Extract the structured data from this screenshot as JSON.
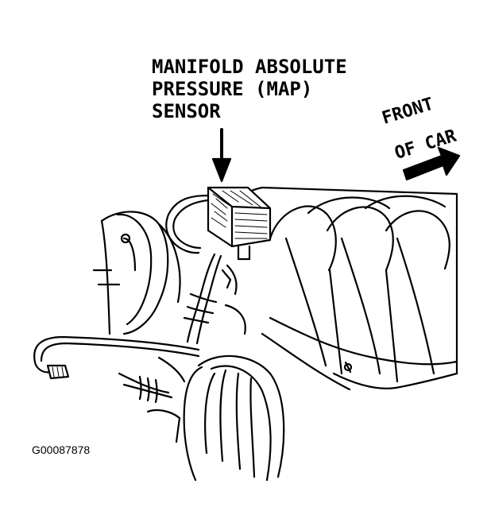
{
  "diagram": {
    "callout_lines": [
      "MANIFOLD ABSOLUTE",
      "PRESSURE (MAP)",
      "SENSOR"
    ],
    "direction_lines": [
      "FRONT",
      "OF CAR"
    ],
    "figure_id": "G00087878"
  }
}
